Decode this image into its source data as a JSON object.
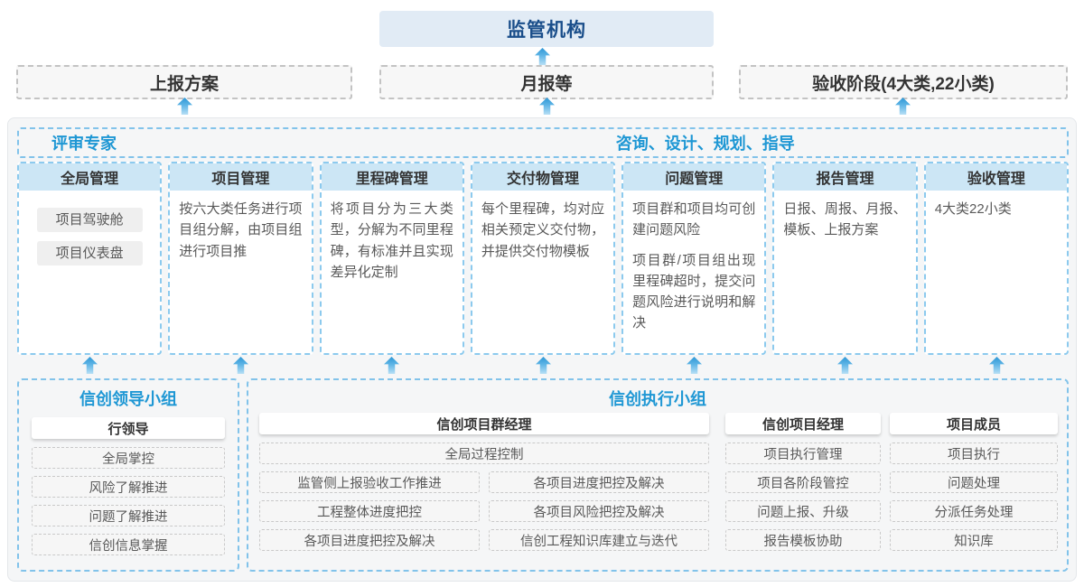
{
  "top": {
    "regulator": "监管机构"
  },
  "report_row": [
    {
      "label": "上报方案"
    },
    {
      "label": "月报等"
    },
    {
      "label": "验收阶段(4大类,22小类)"
    }
  ],
  "expert_bar": {
    "left": "评审专家",
    "center": "咨询、设计、规划、指导"
  },
  "columns": [
    {
      "title": "全局管理",
      "items": [
        "项目驾驶舱",
        "项目仪表盘"
      ]
    },
    {
      "title": "项目管理",
      "paragraphs": [
        "按六大类任务进行项目组分解，由项目组进行项目推"
      ]
    },
    {
      "title": "里程碑管理",
      "paragraphs": [
        "将项目分为三大类型，分解为不同里程碑，有标准并且实现差异化定制"
      ]
    },
    {
      "title": "交付物管理",
      "paragraphs": [
        "每个里程碑，均对应相关预定义交付物，并提供交付物模板"
      ]
    },
    {
      "title": "问题管理",
      "paragraphs": [
        "项目群和项目均可创建问题风险",
        "项目群/项目组出现里程碑超时，提交问题风险进行说明和解决"
      ]
    },
    {
      "title": "报告管理",
      "paragraphs": [
        "日报、周报、月报、模板、上报方案"
      ]
    },
    {
      "title": "验收管理",
      "paragraphs": [
        "4大类22小类"
      ]
    }
  ],
  "groups": {
    "leader": {
      "title": "信创领导小组",
      "role": "行领导",
      "items": [
        "全局掌控",
        "风险了解推进",
        "问题了解推进",
        "信创信息掌握"
      ]
    },
    "exec": {
      "title": "信创执行小组",
      "program_manager": {
        "role": "信创项目群经理",
        "full_item": "全局过程控制",
        "left_items": [
          "监管侧上报验收工作推进",
          "工程整体进度把控",
          "各项目进度把控及解决"
        ],
        "right_items": [
          "各项目进度把控及解决",
          "各项目风险把控及解决",
          "信创工程知识库建立与迭代"
        ]
      },
      "project_manager": {
        "role": "信创项目经理",
        "items": [
          "项目执行管理",
          "项目各阶段管控",
          "问题上报、升级",
          "报告模板协助"
        ]
      },
      "member": {
        "role": "项目成员",
        "items": [
          "项目执行",
          "问题处理",
          "分派任务处理",
          "知识库"
        ]
      }
    }
  },
  "colors": {
    "title_blue": "#1e97d4",
    "navy_text": "#1a4e8a",
    "top_box_bg": "#e1ebf5",
    "column_header_bg": "#cce6f5",
    "dashed_blue_border": "#82c3ea",
    "arrow_blue": "#2d97d6",
    "outer_bg": "#f5f6f7",
    "gray_box_bg": "#f7f7f7"
  }
}
